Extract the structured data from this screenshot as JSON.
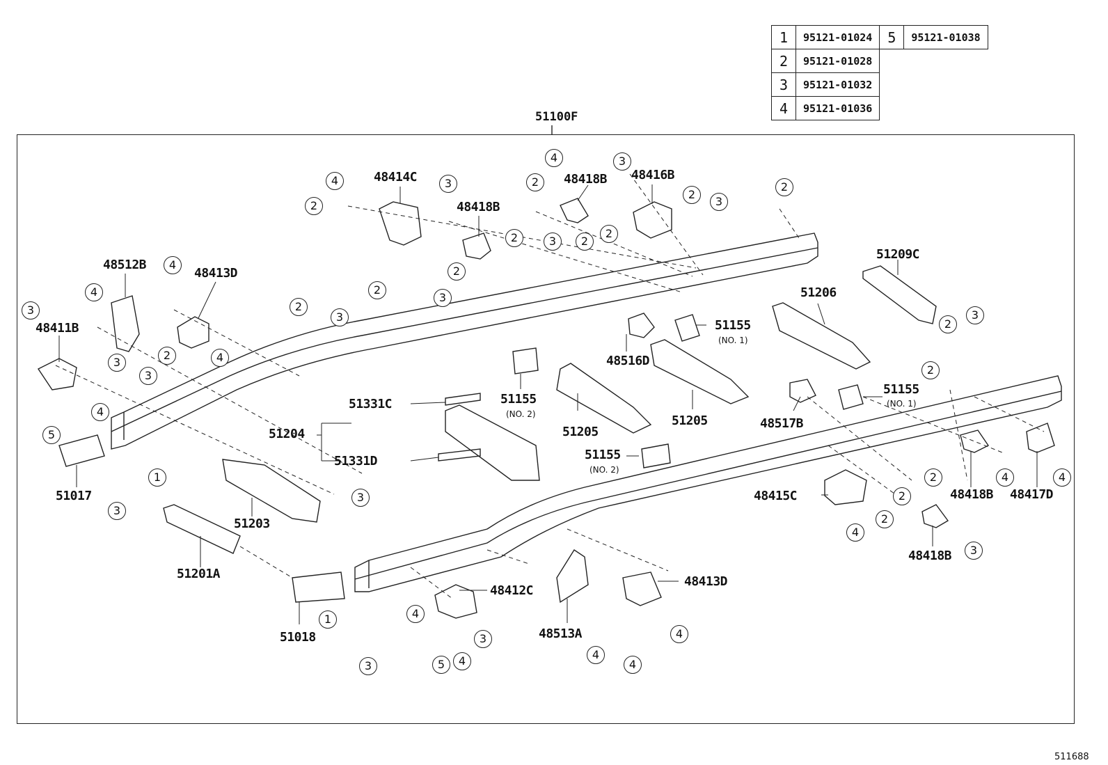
{
  "legend": [
    {
      "num": "1",
      "part": "95121-01024"
    },
    {
      "num": "2",
      "part": "95121-01028"
    },
    {
      "num": "3",
      "part": "95121-01032"
    },
    {
      "num": "4",
      "part": "95121-01036"
    },
    {
      "num": "5",
      "part": "95121-01038"
    }
  ],
  "assembly_label": "51100F",
  "footnote": "511688",
  "labels": {
    "l48414C": "48414C",
    "l48418B_a": "48418B",
    "l48418B_b": "48418B",
    "l48416B": "48416B",
    "l48512B": "48512B",
    "l48413D_a": "48413D",
    "l48411B": "48411B",
    "l51209C": "51209C",
    "l51206": "51206",
    "l51155_a": "51155",
    "l51155_a_no": "(NO. 1)",
    "l48516D": "48516D",
    "l51155_b": "51155",
    "l51155_b_no": "(NO. 2)",
    "l51331C": "51331C",
    "l51204": "51204",
    "l51331D": "51331D",
    "l51205_a": "51205",
    "l51205_b": "51205",
    "l51155_c": "51155",
    "l51155_c_no": "(NO. 2)",
    "l48517B": "48517B",
    "l51155_d": "51155",
    "l51155_d_no": "(NO. 1)",
    "l51017": "51017",
    "l51203": "51203",
    "l51201A": "51201A",
    "l51018": "51018",
    "l48412C": "48412C",
    "l48513A": "48513A",
    "l48413D_b": "48413D",
    "l48415C": "48415C",
    "l48418B_c": "48418B",
    "l48417D": "48417D",
    "l48418B_d": "48418B"
  },
  "callouts": [
    "2",
    "4",
    "3",
    "4",
    "2",
    "2",
    "3",
    "2",
    "2",
    "2",
    "3",
    "2",
    "3",
    "2",
    "3",
    "2",
    "3",
    "4",
    "4",
    "3",
    "3",
    "2",
    "3",
    "4",
    "5",
    "4",
    "1",
    "3",
    "2",
    "3",
    "2",
    "3",
    "4",
    "2",
    "2",
    "2",
    "4",
    "3",
    "2",
    "4",
    "1",
    "3",
    "3",
    "4",
    "5",
    "4",
    "4",
    "4",
    "4"
  ]
}
